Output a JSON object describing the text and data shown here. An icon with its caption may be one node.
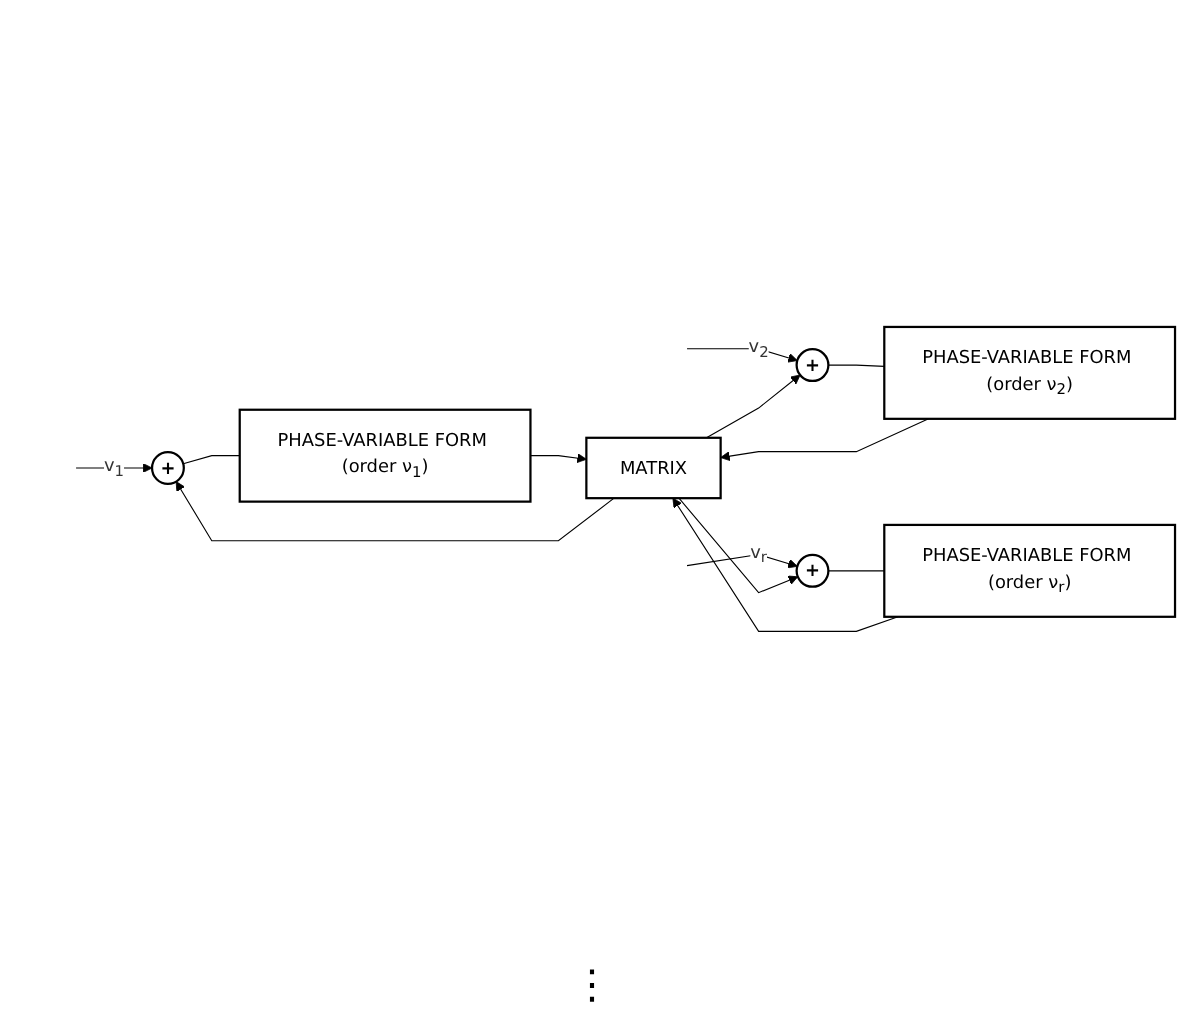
{
  "diagram": {
    "nodes": [
      {
        "text": [
          "+"
        ]
      },
      {
        "text": [
          "PHASE-VARIABLE FORM (order ν$_{1}$)"
        ]
      },
      {
        "text": [
          "+"
        ]
      },
      {
        "text": [
          "PHASE-VARIABLE FORM (order ν$_{2}$)"
        ]
      },
      {
        "text": [
          "+"
        ]
      },
      {
        "text": [
          "PHASE-VARIABLE FORM (order ν$_{r}$)"
        ]
      },
      {
        "text": [
          "MATRIX"
        ]
      }
    ],
    "edges": [
      {
        "from": null,
        "to": 0,
        "arrow": "to",
        "label": "v$_{1}$"
      },
      {
        "from": 0,
        "to": 1,
        "arrow": "none"
      },
      {
        "from": null,
        "to": 2,
        "arrow": "to",
        "label": "v$_{2}$"
      },
      {
        "from": 2,
        "to": 3,
        "arrow": "none"
      },
      {
        "from": null,
        "to": 4,
        "arrow": "to",
        "label": "v$_{r}$"
      },
      {
        "from": 4,
        "to": 5,
        "arrow": "none"
      },
      {
        "from": 6,
        "to": 0,
        "arrow": "to"
      },
      {
        "from": 6,
        "to": 2,
        "arrow": "to"
      },
      {
        "from": 6,
        "to": 4,
        "arrow": "to"
      },
      {
        "from": 1,
        "to": 6,
        "arrow": "to"
      },
      {
        "from": 3,
        "to": 6,
        "arrow": "to"
      },
      {
        "from": 5,
        "to": 6,
        "arrow": "to"
      }
    ],
    "labels": [
      "⋮"
    ]
  }
}
